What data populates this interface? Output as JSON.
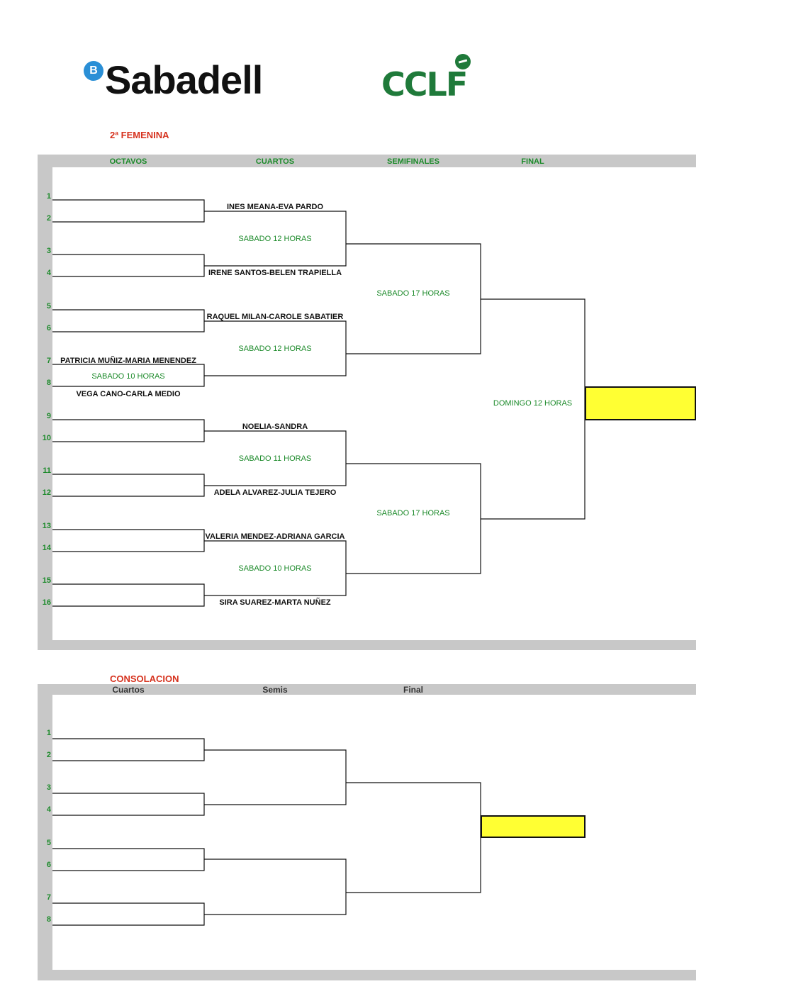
{
  "logos": {
    "sabadell": "Sabadell",
    "sabadell_badge": "B",
    "cclf": "CCLF"
  },
  "main": {
    "title": "2ª FEMENINA",
    "headers": [
      "OCTAVOS",
      "CUARTOS",
      "SEMIFINALES",
      "FINAL"
    ],
    "slots": [
      "1",
      "2",
      "3",
      "4",
      "5",
      "6",
      "7",
      "8",
      "9",
      "10",
      "11",
      "12",
      "13",
      "14",
      "15",
      "16"
    ],
    "round1": {
      "player_a": "PATRICIA MUÑIZ-MARIA MENENDEZ",
      "time": "SABADO 10 HORAS",
      "player_b": "VEGA CANO-CARLA MEDIO"
    },
    "quarters": [
      {
        "top": "INES MEANA-EVA PARDO",
        "time": "SABADO 12 HORAS",
        "bottom": "IRENE SANTOS-BELEN TRAPIELLA"
      },
      {
        "top": "RAQUEL MILAN-CAROLE SABATIER",
        "time": "SABADO 12 HORAS",
        "bottom": ""
      },
      {
        "top": "NOELIA-SANDRA",
        "time": "SABADO 11 HORAS",
        "bottom": "ADELA ALVAREZ-JULIA TEJERO"
      },
      {
        "top": "VALERIA MENDEZ-ADRIANA GARCIA",
        "time": "SABADO 10 HORAS",
        "bottom": "SIRA SUAREZ-MARTA NUÑEZ"
      }
    ],
    "semis_times": [
      "SABADO 17 HORAS",
      "SABADO 17 HORAS"
    ],
    "final_time": "DOMINGO 12 HORAS"
  },
  "consolation": {
    "title": "CONSOLACION",
    "headers": [
      "Cuartos",
      "Semis",
      "Final"
    ],
    "slots": [
      "1",
      "2",
      "3",
      "4",
      "5",
      "6",
      "7",
      "8"
    ]
  },
  "colors": {
    "green": "#1c8a2a",
    "red": "#d6321e",
    "winner": "#ffff33",
    "frame": "#c8c8c8"
  }
}
